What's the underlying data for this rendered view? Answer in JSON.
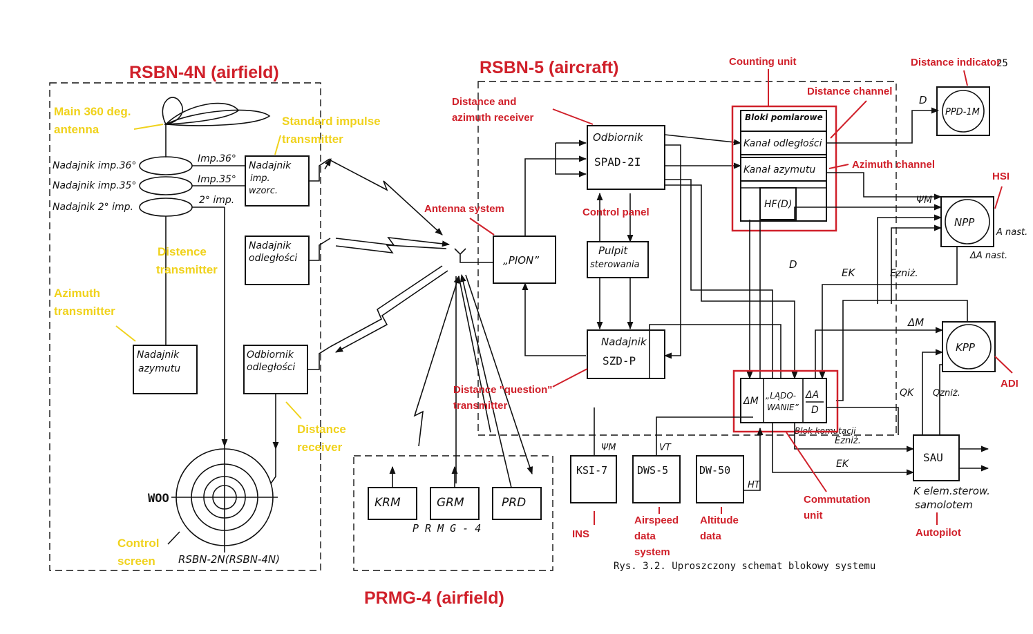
{
  "colors": {
    "annotation_red": "#d0202a",
    "annotation_yellow": "#f0d21c",
    "ink": "#111111"
  },
  "titles": {
    "rsbn4n": "RSBN-4N (airfield)",
    "rsbn5": "RSBN-5 (aircraft)",
    "prmg4": "PRMG-4 (airfield)"
  },
  "page_number": "25",
  "caption": "Rys. 3.2. Uproszczony schemat blokowy systemu",
  "ground": {
    "tx36": "Nadajnik imp.36°",
    "tx35": "Nadajnik imp.35°",
    "tx2": "Nadajnik 2° imp.",
    "imp36": "Imp.36°",
    "imp35": "Imp.35°",
    "imp2": "2° imp.",
    "std_line1": "Nadajnik",
    "std_line2": "imp.",
    "std_line3": "wzorc.",
    "dist_tx_line1": "Nadajnik",
    "dist_tx_line2": "odległości",
    "az_tx_line1": "Nadajnik",
    "az_tx_line2": "azymutu",
    "dist_rx_line1": "Odbiornik",
    "dist_rx_line2": "odległości",
    "woo": "WOO",
    "screen_caption": "RSBN-2N(RSBN-4N)"
  },
  "prmg": {
    "krm": "KRM",
    "grm": "GRM",
    "prd": "PRD",
    "label": "P R M G - 4"
  },
  "aircraft": {
    "pion": "„PION”",
    "spad_line1": "Odbiornik",
    "spad_line2": "SPAD-2I",
    "pulpit_line1": "Pulpit",
    "pulpit_line2": "sterowania",
    "szd_line1": "Nadajnik",
    "szd_line2": "SZD-P",
    "bloki": "Bloki pomiarowe",
    "kanal_odl": "Kanał odległości",
    "kanal_az": "Kanał azymutu",
    "hf": "HF(D)",
    "dm": "ΔM",
    "ladowanie_line1": "„LĄDO-",
    "ladowanie_line2": "WANIE”",
    "da": "ΔA",
    "d_frac": "D",
    "blok_kom": "Blok komutacji",
    "ppd": "PPD-1M",
    "npp": "NPP",
    "kpp": "KPP",
    "sau": "SAU",
    "ksi": "KSI-7",
    "dws": "DWS-5",
    "dw": "DW-50",
    "sig_D1": "D",
    "sig_D2": "D",
    "sig_psi_top": "ΨM",
    "sig_Ek": "EK",
    "sig_Ezniz": "Ezniż.",
    "sig_dM": "ΔM",
    "sig_Qk": "QK",
    "sig_Qzniz": "Qzniż.",
    "sig_Ezniz2": "Ezniż.",
    "sig_Ek2": "EK",
    "sig_psi_ksi": "ΨM",
    "sig_vt": "VT",
    "sig_ht": "HT",
    "a_nast": "A nast.",
    "da_nast": "ΔA nast.",
    "k_elem_line1": "K elem.sterow.",
    "k_elem_line2": "samolotem"
  },
  "annotations_red": {
    "counting_unit": "Counting unit",
    "distance_indicator": "Distance indicator",
    "distance_channel": "Distance channel",
    "dist_az_rx_line1": "Distance and",
    "dist_az_rx_line2": "azimuth receiver",
    "azimuth_channel": "Azimuth channel",
    "hsi": "HSI",
    "antenna_system": "Antenna system",
    "control_panel": "Control panel",
    "question_tx_line1": "Distance \"question\"",
    "question_tx_line2": "transmitter",
    "adi": "ADI",
    "commutation_line1": "Commutation",
    "commutation_line2": "unit",
    "ins": "INS",
    "airspeed_line1": "Airspeed",
    "airspeed_line2": "data",
    "airspeed_line3": "system",
    "altitude_line1": "Altitude",
    "altitude_line2": "data",
    "autopilot": "Autopilot"
  },
  "annotations_yellow": {
    "main_ant_line1": "Main 360 deg.",
    "main_ant_line2": "antenna",
    "std_imp_line1": "Standard impulse",
    "std_imp_line2": "transmitter",
    "distence_line1": "Distence",
    "distence_line2": "transmitter",
    "azimuth_tx_line1": "Azimuth",
    "azimuth_tx_line2": "transmitter",
    "dist_receiver_line1": "Distance",
    "dist_receiver_line2": "receiver",
    "control_screen_line1": "Control",
    "control_screen_line2": "screen"
  }
}
